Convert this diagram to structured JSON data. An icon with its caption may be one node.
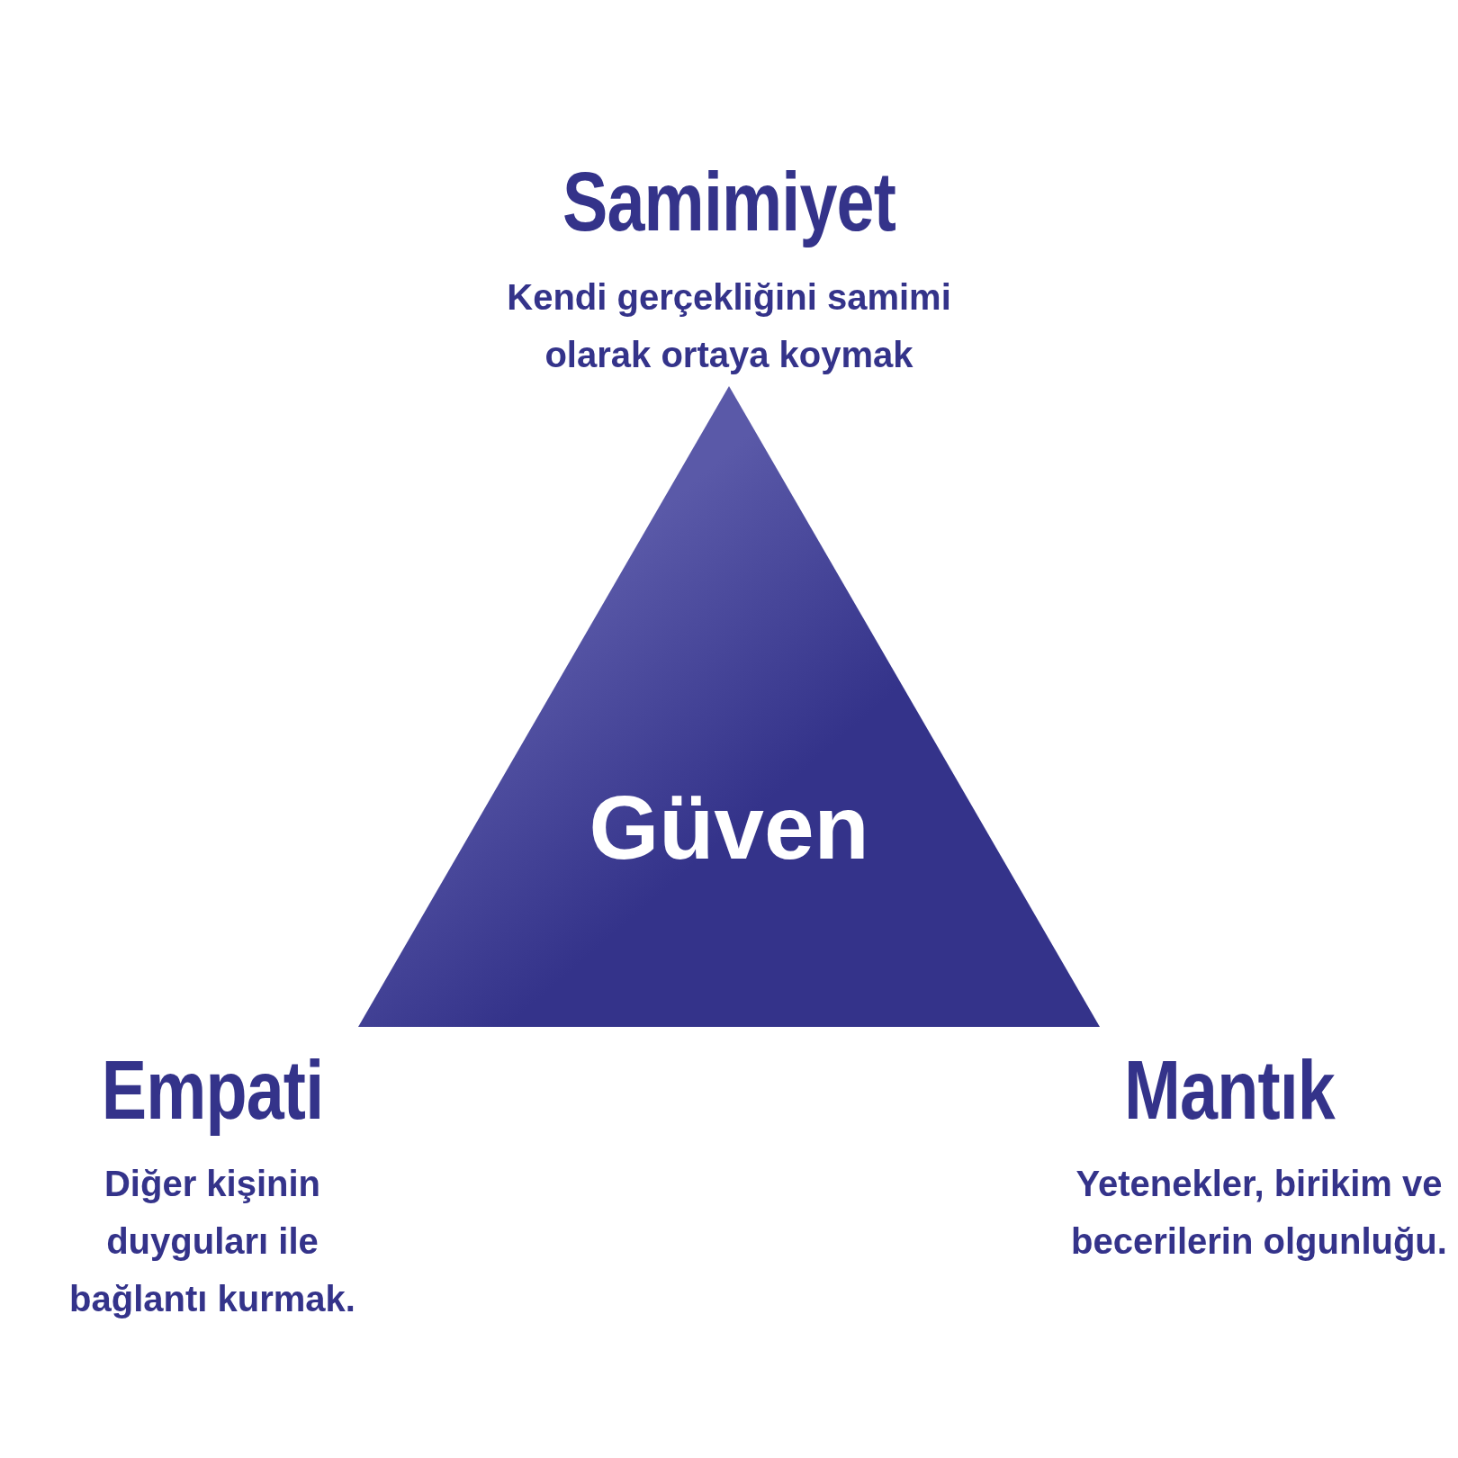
{
  "diagram": {
    "nodes": [
      {
        "text": [
          "Güven"
        ]
      }
    ],
    "labels": [
      "Samimiyet",
      "Kendi gerçekliğini samimi olarak ortaya koymak",
      "Empati",
      "Diğer kişinin duyguları ile bağlantı kurmak.",
      "Mantık",
      "Yetenekler, birikim ve becerilerin olgunluğu."
    ]
  }
}
